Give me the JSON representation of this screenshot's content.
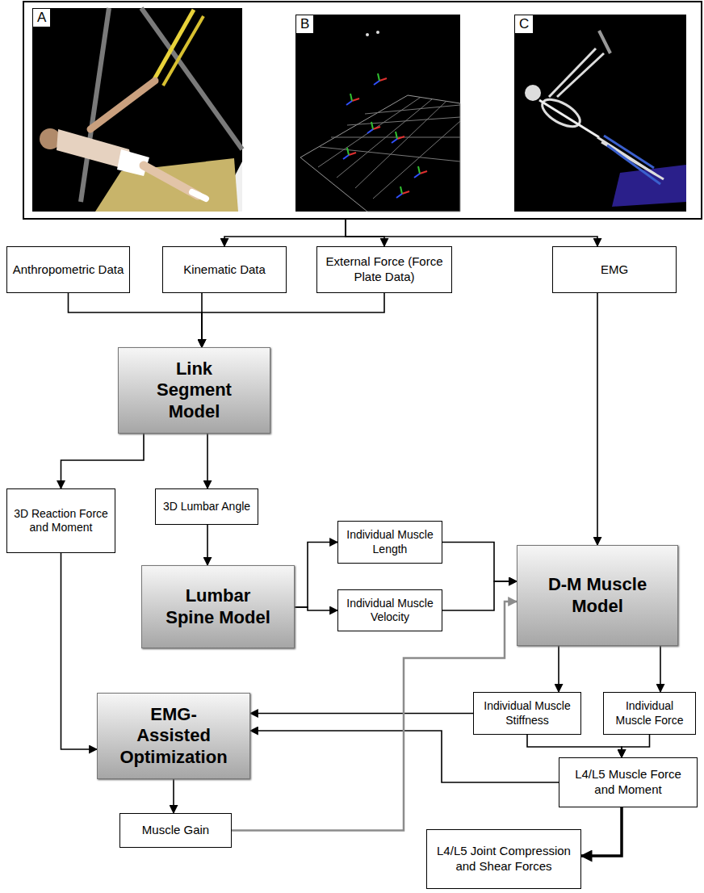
{
  "diagram": {
    "nodes": [
      {
        "text": [
          "A",
          "B",
          "C"
        ]
      },
      {
        "text": [
          "Anthropometric Data"
        ]
      },
      {
        "text": [
          "Kinematic Data"
        ]
      },
      {
        "text": [
          "External Force (Force Plate Data)"
        ]
      },
      {
        "text": [
          "EMG"
        ]
      },
      {
        "text": [
          "Link Segment Model"
        ]
      },
      {
        "text": [
          "3D Reaction Force and Moment"
        ]
      },
      {
        "text": [
          "3D Lumbar Angle"
        ]
      },
      {
        "text": [
          "Individual Muscle Length"
        ]
      },
      {
        "text": [
          "Lumbar Spine Model"
        ]
      },
      {
        "text": [
          "Individual Muscle Velocity"
        ]
      },
      {
        "text": [
          "D-M Muscle Model"
        ]
      },
      {
        "text": [
          "EMG-Assisted Optimization"
        ]
      },
      {
        "text": [
          "Individual Muscle Stiffness"
        ]
      },
      {
        "text": [
          "Individual Muscle Force"
        ]
      },
      {
        "text": [
          "Muscle Gain"
        ]
      },
      {
        "text": [
          "L4/L5 Muscle Force and Moment"
        ]
      },
      {
        "text": [
          "L4/L5 Joint Compression and Shear Forces"
        ]
      }
    ],
    "edges": [
      {
        "from": 0,
        "to": 2,
        "arrow": "to"
      },
      {
        "from": 0,
        "to": 3,
        "arrow": "to"
      },
      {
        "from": 0,
        "to": 4,
        "arrow": "to"
      },
      {
        "from": 1,
        "to": 5,
        "arrow": "to"
      },
      {
        "from": 2,
        "to": 5,
        "arrow": "to"
      },
      {
        "from": 3,
        "to": 5,
        "arrow": "to"
      },
      {
        "from": 5,
        "to": 6,
        "arrow": "to"
      },
      {
        "from": 5,
        "to": 7,
        "arrow": "to"
      },
      {
        "from": 7,
        "to": 9,
        "arrow": "to"
      },
      {
        "from": 9,
        "to": 8,
        "arrow": "to"
      },
      {
        "from": 9,
        "to": 10,
        "arrow": "to"
      },
      {
        "from": 4,
        "to": 11,
        "arrow": "to"
      },
      {
        "from": 8,
        "to": 11,
        "arrow": "to"
      },
      {
        "from": 10,
        "to": 11,
        "arrow": "to"
      },
      {
        "from": 11,
        "to": 13,
        "arrow": "to"
      },
      {
        "from": 11,
        "to": 14,
        "arrow": "to"
      },
      {
        "from": 13,
        "to": 12,
        "arrow": "to"
      },
      {
        "from": 6,
        "to": 12,
        "arrow": "to"
      },
      {
        "from": 16,
        "to": 12,
        "arrow": "to"
      },
      {
        "from": 12,
        "to": 15,
        "arrow": "to"
      },
      {
        "from": 15,
        "to": 11,
        "arrow": "to"
      },
      {
        "from": 13,
        "to": 16,
        "arrow": "to"
      },
      {
        "from": 14,
        "to": 16,
        "arrow": "to"
      },
      {
        "from": 16,
        "to": 17,
        "arrow": "to"
      }
    ]
  }
}
